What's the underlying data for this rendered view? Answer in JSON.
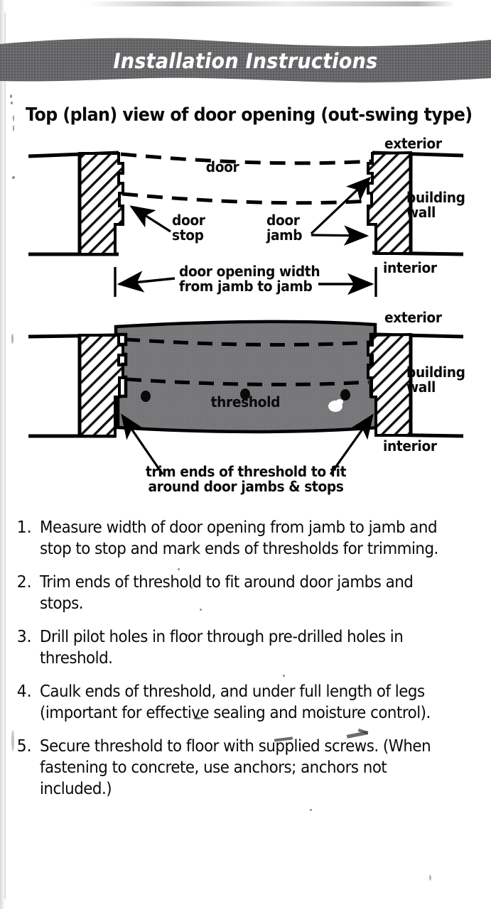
{
  "document": {
    "banner_title": "Installation Instructions",
    "banner_color": "#67676a",
    "banner_text_color": "#ffffff",
    "page_background": "#ffffff",
    "ink_color": "#0a0a0a"
  },
  "plan_section": {
    "title": "Top (plan) view of door opening (out-swing type)"
  },
  "diagram_top": {
    "name": "top-plan-view-door-opening",
    "labels": {
      "door": "door",
      "door_stop": "door\nstop",
      "door_stop_line1": "door",
      "door_stop_line2": "stop",
      "door_jamb_line1": "door",
      "door_jamb_line2": "jamb",
      "exterior": "exterior",
      "interior": "interior",
      "building_wall_line1": "building",
      "building_wall_line2": "wall",
      "dimension_line1": "door opening width",
      "dimension_line2": "from jamb to jamb"
    },
    "fill_colors": {
      "wall_hatch": "#ffffff",
      "hatch_line": "#111111",
      "outline": "#000000"
    }
  },
  "diagram_bottom": {
    "name": "threshold-installed-plan-view",
    "labels": {
      "threshold": "threshold",
      "exterior": "exterior",
      "interior": "interior",
      "building_wall_line1": "building",
      "building_wall_line2": "wall",
      "caption_line1": "trim ends of threshold to fit",
      "caption_line2": "around door jambs & stops"
    },
    "fill_colors": {
      "threshold_gray": "#757578",
      "outline": "#000000"
    },
    "pilot_hole_count": 3
  },
  "steps": [
    {
      "number": "1.",
      "text": "Measure width of door opening from jamb to jamb and stop to stop and mark ends of thresholds for trimming."
    },
    {
      "number": "2.",
      "text": "Trim ends of threshold to fit around door jambs and stops."
    },
    {
      "number": "3.",
      "text": "Drill pilot holes in floor through pre-drilled holes in threshold."
    },
    {
      "number": "4.",
      "text": "Caulk ends of threshold, and under full length of legs  (important for effective sealing and moisture control)."
    },
    {
      "number": "5.",
      "text": "Secure threshold to floor with supplied screws. (When fastening to concrete, use anchors; anchors not included.)"
    }
  ]
}
